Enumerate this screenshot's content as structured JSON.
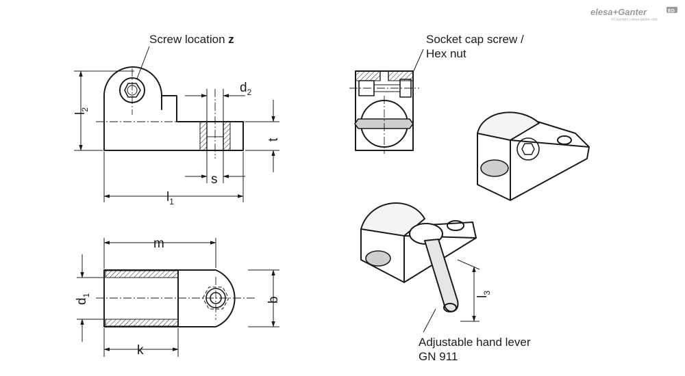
{
  "branding": {
    "logo_text": "elesa+Ganter",
    "logo_badge": "EG",
    "copyright": "©Copyright | elesa-ganter.com"
  },
  "callouts": {
    "screw_location": {
      "text": "Screw location ",
      "bold": "z"
    },
    "socket_cap_line1": "Socket cap screw /",
    "socket_cap_line2": "Hex nut",
    "hand_lever_line1": "Adjustable hand lever",
    "hand_lever_line2": "GN 911"
  },
  "dimensions": {
    "l2": {
      "main": "l",
      "sub": "2"
    },
    "d2": {
      "main": "d",
      "sub": "2"
    },
    "t": {
      "main": "t"
    },
    "s": {
      "main": "s"
    },
    "l1": {
      "main": "l",
      "sub": "1"
    },
    "m": {
      "main": "m"
    },
    "d1": {
      "main": "d",
      "sub": "1"
    },
    "b": {
      "main": "b"
    },
    "k": {
      "main": "k"
    },
    "l3": {
      "main": "l",
      "sub": "3"
    }
  }
}
